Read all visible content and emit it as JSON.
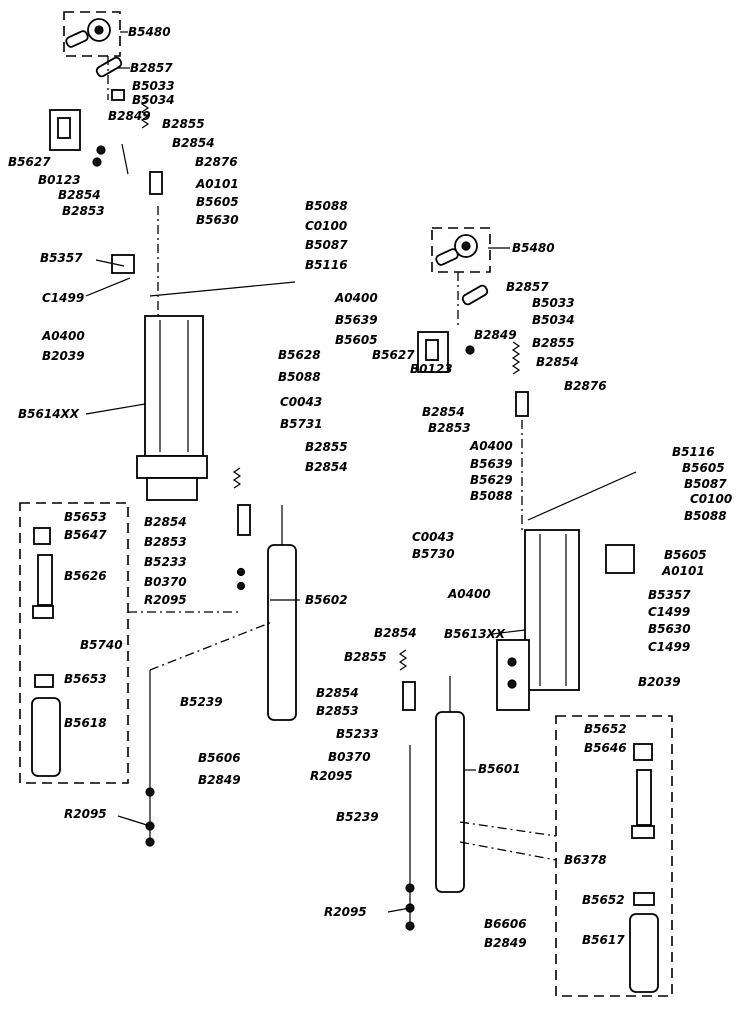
{
  "labels": {
    "l1": "B5480",
    "l2": "B2857",
    "l3": "B5033",
    "l4": "B5034",
    "l5": "B2849",
    "l6": "B2855",
    "l7": "B2854",
    "l8": "B2876",
    "l9": "B5627",
    "l10": "B0123",
    "l11": "B2854",
    "l12": "B2853",
    "l13": "A0101",
    "l14": "B5605",
    "l15": "B5630",
    "l16": "B5088",
    "l17": "C0100",
    "l18": "B5087",
    "l19": "B5116",
    "l20": "B5357",
    "l21": "C1499",
    "l22": "A0400",
    "l23": "B5639",
    "l24": "B5605",
    "l25": "A0400",
    "l26": "B2039",
    "l27": "B5628",
    "l28": "B5088",
    "l29": "B5614XX",
    "l30": "C0043",
    "l31": "B5731",
    "l32": "B2855",
    "l33": "B2854",
    "l34": "B5653",
    "l35": "B5647",
    "l36": "B2854",
    "l37": "B2853",
    "l38": "B5626",
    "l39": "B5233",
    "l40": "B0370",
    "l41": "R2095",
    "l42": "B5602",
    "l43": "B5740",
    "l44": "B5653",
    "l45": "B5239",
    "l46": "B5618",
    "l47": "B5606",
    "l48": "B2849",
    "l49": "R2095",
    "r1": "B5480",
    "r2": "B2857",
    "r3": "B5033",
    "r4": "B5034",
    "r5": "B2849",
    "r6": "B2855",
    "r7": "B2854",
    "r8": "B5627",
    "r9": "B0123",
    "r10": "B2876",
    "r11": "B2854",
    "r12": "B2853",
    "r13": "A0400",
    "r14": "B5116",
    "r15": "B5639",
    "r16": "B5605",
    "r17": "B5629",
    "r18": "B5087",
    "r19": "B5088",
    "r20": "C0100",
    "r21": "B5088",
    "r22": "C0043",
    "r23": "B5730",
    "r24": "B5605",
    "r25": "A0101",
    "r26": "A0400",
    "r27": "B5357",
    "r28": "C1499",
    "r29": "B5613XX",
    "r30": "B5630",
    "r31": "C1499",
    "r32": "B2854",
    "r33": "B2855",
    "r34": "B2039",
    "r35": "B2854",
    "r36": "B2853",
    "r37": "B5233",
    "r38": "B0370",
    "r39": "R2095",
    "r40": "B5601",
    "r41": "B5652",
    "r42": "B5646",
    "r43": "B5239",
    "r44": "B6378",
    "r45": "R2095",
    "r46": "B5652",
    "r47": "B6606",
    "r48": "B2849",
    "r49": "B5617"
  }
}
